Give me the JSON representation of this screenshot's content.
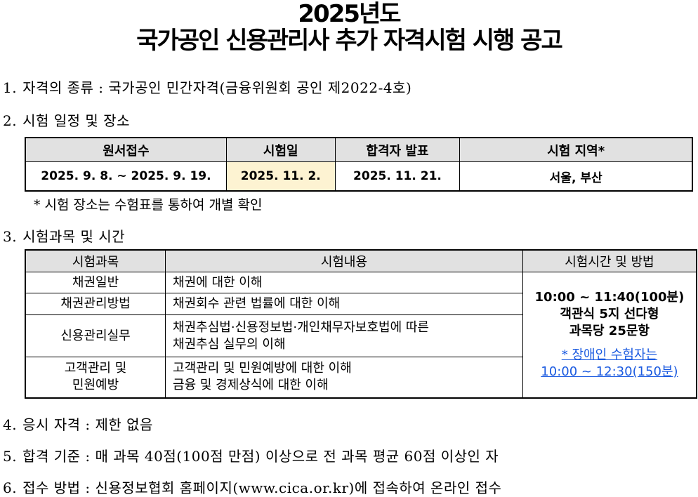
{
  "title": {
    "line1": "2025년도",
    "line2": "국가공인 신용관리사 추가 자격시험 시행 공고"
  },
  "sections": {
    "s1": {
      "num": "1.",
      "text": "자격의 종류 : 국가공인 민간자격(금융위원회 공인 제2022-4호)"
    },
    "s2": {
      "num": "2.",
      "text": "시험 일정 및 장소"
    },
    "s3": {
      "num": "3.",
      "text": "시험과목 및 시간"
    },
    "s4": {
      "num": "4.",
      "text": "응시 자격 : 제한 없음"
    },
    "s5": {
      "num": "5.",
      "text": "합격 기준 : 매 과목 40점(100점 만점) 이상으로 전 과목 평균 60점 이상인 자"
    },
    "s6": {
      "num": "6.",
      "text": "접수 방법 : 신용정보협회 홈페이지(www.cica.or.kr)에 접속하여 온라인 접수"
    }
  },
  "schedule": {
    "headers": [
      "원서접수",
      "시험일",
      "합격자 발표",
      "시험 지역*"
    ],
    "row": [
      "2025. 9. 8. ~ 2025. 9. 19.",
      "2025. 11. 2.",
      "2025. 11. 21.",
      "서울, 부산"
    ],
    "highlight_color": "#fdf3d2",
    "note": "* 시험 장소는 수험표를 통하여 개별 확인"
  },
  "subjects": {
    "headers": [
      "시험과목",
      "시험내용",
      "시험시간 및 방법"
    ],
    "rows": [
      {
        "subject": [
          "채권일반"
        ],
        "content": [
          "채권에 대한 이해"
        ]
      },
      {
        "subject": [
          "채권관리방법"
        ],
        "content": [
          "채권회수 관련 법률에 대한 이해"
        ]
      },
      {
        "subject": [
          "신용관리실무"
        ],
        "content": [
          "채권추심법·신용정보법·개인채무자보호법에 따른",
          "채권추심 실무의 이해"
        ]
      },
      {
        "subject": [
          "고객관리 및",
          "민원예방"
        ],
        "content": [
          "고객관리 및 민원예방에 대한 이해",
          "금융 및 경제상식에 대한 이해"
        ]
      }
    ],
    "method": {
      "time": "10:00 ~ 11:40(100분)",
      "format": "객관식 5지 선다형",
      "count": "과목당 25문항",
      "note_line1": "* 장애인 수험자는",
      "note_line2": "10:00 ~ 12:30(150분)",
      "note_color": "#1a5ae0"
    }
  },
  "colors": {
    "header_bg": "#e1e1e1"
  }
}
